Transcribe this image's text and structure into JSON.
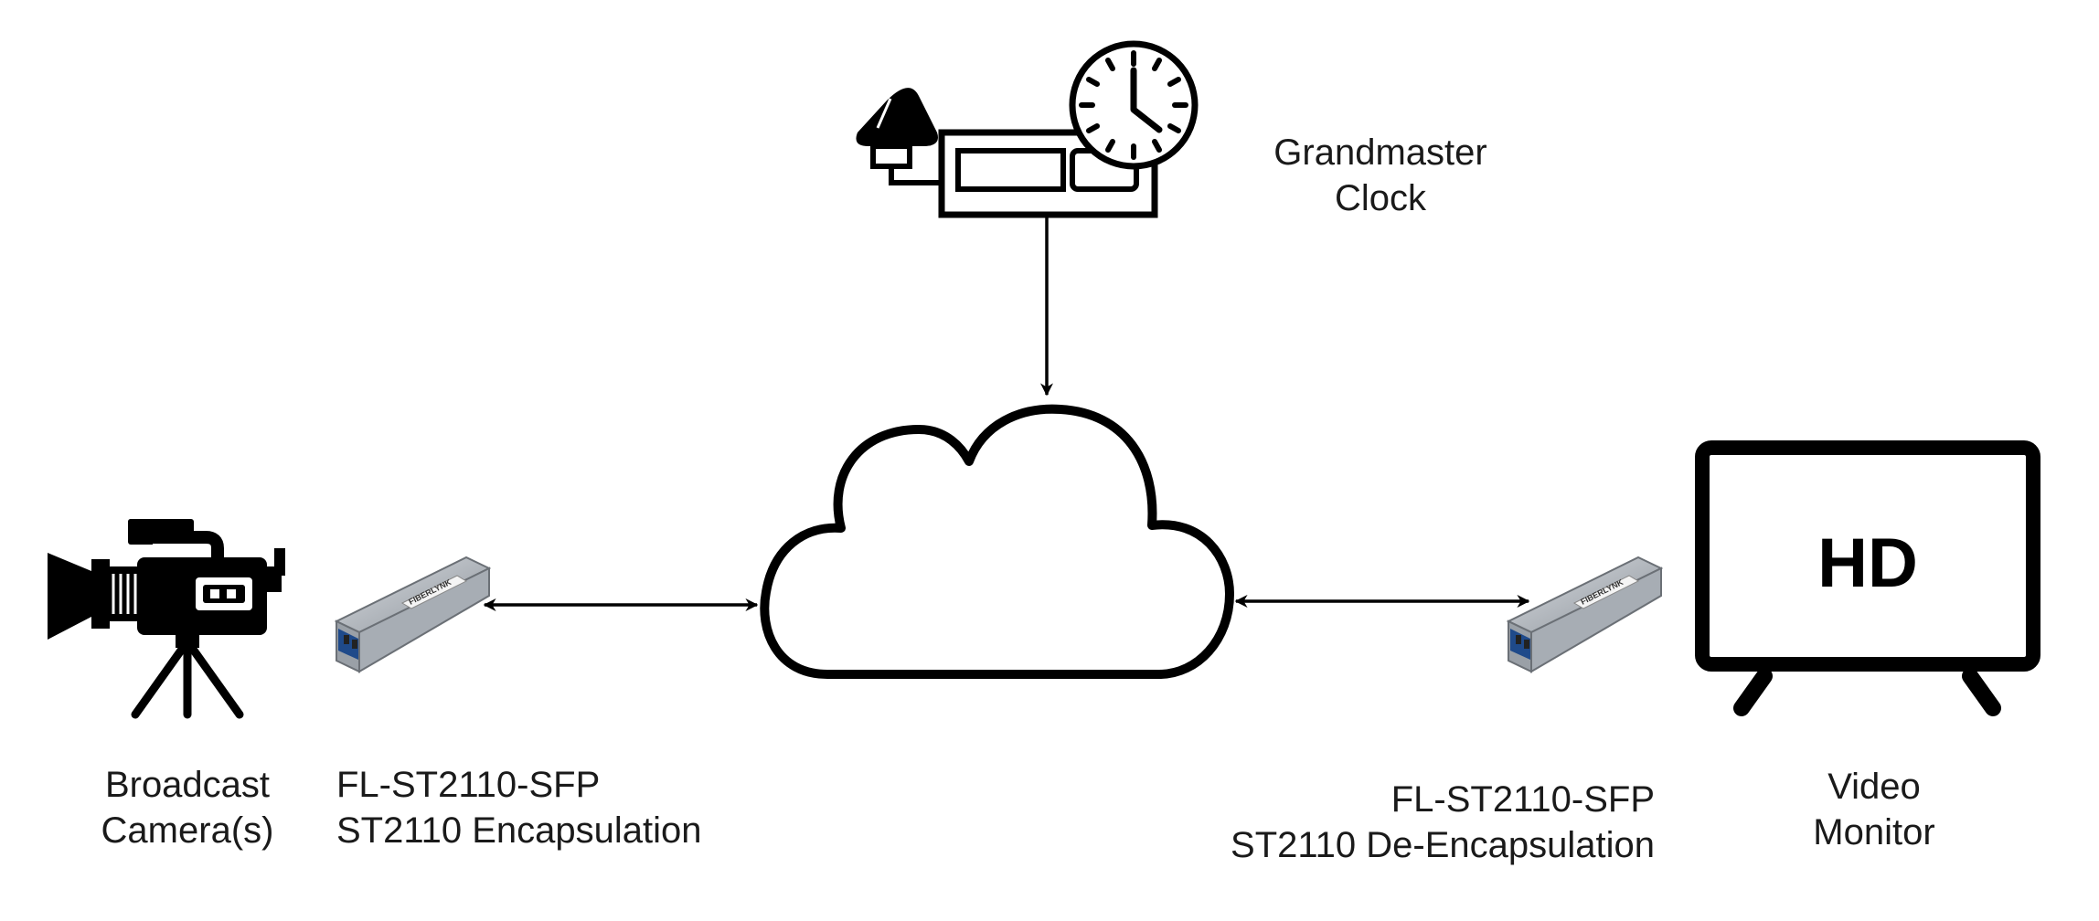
{
  "grandmaster_clock": {
    "line1": "Grandmaster",
    "line2": "Clock"
  },
  "camera": {
    "line1": "Broadcast",
    "line2": "Camera(s)"
  },
  "sfp_encap": {
    "line1": "FL-ST2110-SFP",
    "line2": "ST2110 Encapsulation"
  },
  "sfp_decap": {
    "line1": "FL-ST2110-SFP",
    "line2": "ST2110 De-Encapsulation"
  },
  "monitor": {
    "line1": "Video",
    "line2": "Monitor",
    "screen_text": "HD"
  },
  "sfp_module": {
    "brand_text": "FIBERLYNK"
  },
  "colors": {
    "stroke": "#000000",
    "background": "#ffffff",
    "module_body": "#b8bcc2",
    "module_port": "#1f4a8a"
  }
}
